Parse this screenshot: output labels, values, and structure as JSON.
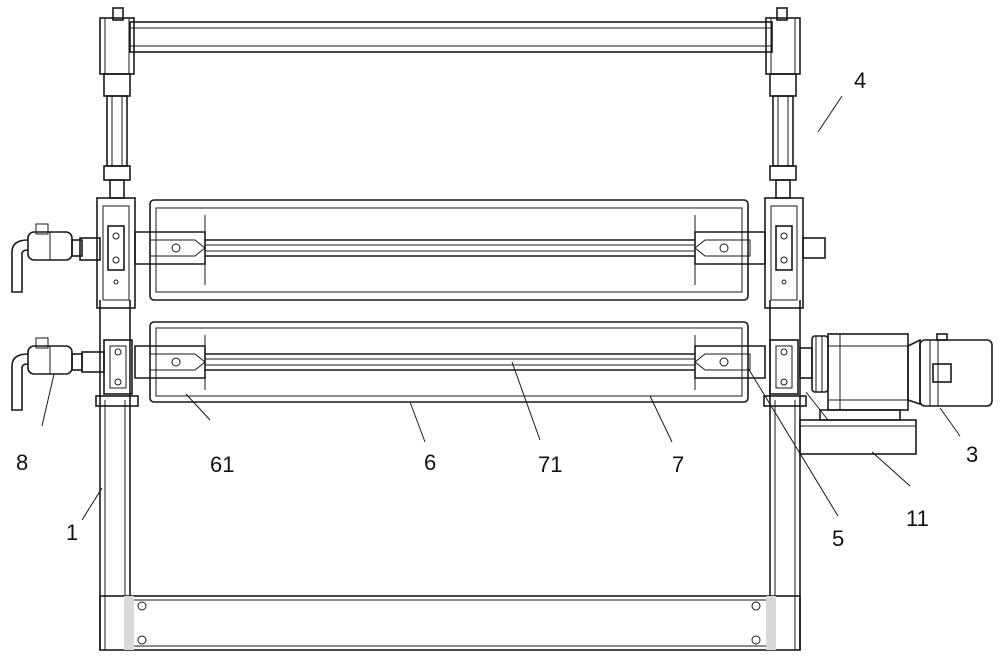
{
  "labels": {
    "l1": "1",
    "l3": "3",
    "l4": "4",
    "l5": "5",
    "l6": "6",
    "l7": "7",
    "l8": "8",
    "l11": "11",
    "l61": "61",
    "l71": "71"
  }
}
